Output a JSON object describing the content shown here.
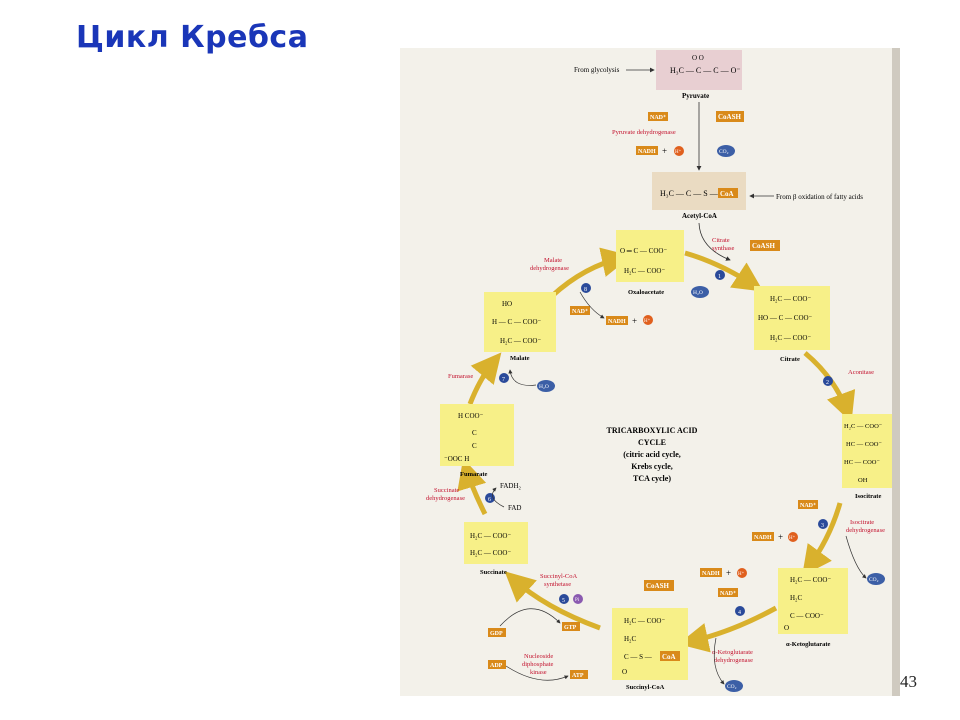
{
  "slide": {
    "title": "Цикл Кребса",
    "page_number": "43"
  },
  "cycle_title": [
    "TRICARBOXYLIC ACID",
    "CYCLE",
    "(citric acid cycle,",
    "Krebs cycle,",
    "TCA cycle)"
  ],
  "inputs": {
    "from_glycolysis": "From glycolysis",
    "from_beta_oxidation": "From β oxidation of fatty acids",
    "pyruvate_dehydrogenase": "Pyruvate dehydrogenase"
  },
  "molecules": {
    "pyruvate": "Pyruvate",
    "acetyl_coa": "Acetyl-CoA",
    "oxaloacetate": "Oxaloacetate",
    "citrate": "Citrate",
    "isocitrate": "Isocitrate",
    "alpha_ketoglutarate": "α-Ketoglutarate",
    "succinyl_coa": "Succinyl-CoA",
    "succinate": "Succinate",
    "fumarate": "Fumarate",
    "malate": "Malate"
  },
  "enzymes": {
    "citrate_synthase": [
      "Citrate",
      "synthase"
    ],
    "aconitase": "Aconitase",
    "isocitrate_dh": [
      "Isocitrate",
      "dehydrogenase"
    ],
    "akg_dh": [
      "α-Ketoglutarate",
      "dehydrogenase"
    ],
    "succinyl_coa_synthetase": [
      "Succinyl-CoA",
      "synthetase"
    ],
    "nucleoside_kinase": [
      "Nucleoside",
      "diphosphate",
      "kinase"
    ],
    "succinate_dh": [
      "Succinate",
      "dehydrogenase"
    ],
    "fumarase": "Fumarase",
    "malate_dh": [
      "Malate",
      "dehydrogenase"
    ]
  },
  "cofactors": {
    "coash": "CoASH",
    "coa": "CoA",
    "nad": "NAD⁺",
    "nadh": "NADH",
    "h_plus": "H⁺",
    "co2": "CO₂",
    "h2o": "H₂O",
    "fadh2": "FADH₂",
    "fad": "FAD",
    "gdp": "GDP",
    "gtp": "GTP",
    "adp": "ADP",
    "atp": "ATP",
    "pi": "Pi",
    "plus": "+"
  },
  "steps": [
    "1",
    "2",
    "3",
    "4",
    "5",
    "6",
    "7",
    "8"
  ],
  "colors": {
    "title": "#1a36b8",
    "figure_bg": "#f3f1ea",
    "molecule_box": "#f7f088",
    "pyruvate_box": "#e8cfd2",
    "acetyl_box": "#eadbc2",
    "cycle_arrow": "#d9b12d",
    "enzyme_text": "#c3122e",
    "step_circle": "#2a4a9a",
    "co2_blue": "#3c5fa6",
    "h_plus_orange": "#e0601e",
    "cofactor_orange": "#d98a1a"
  }
}
